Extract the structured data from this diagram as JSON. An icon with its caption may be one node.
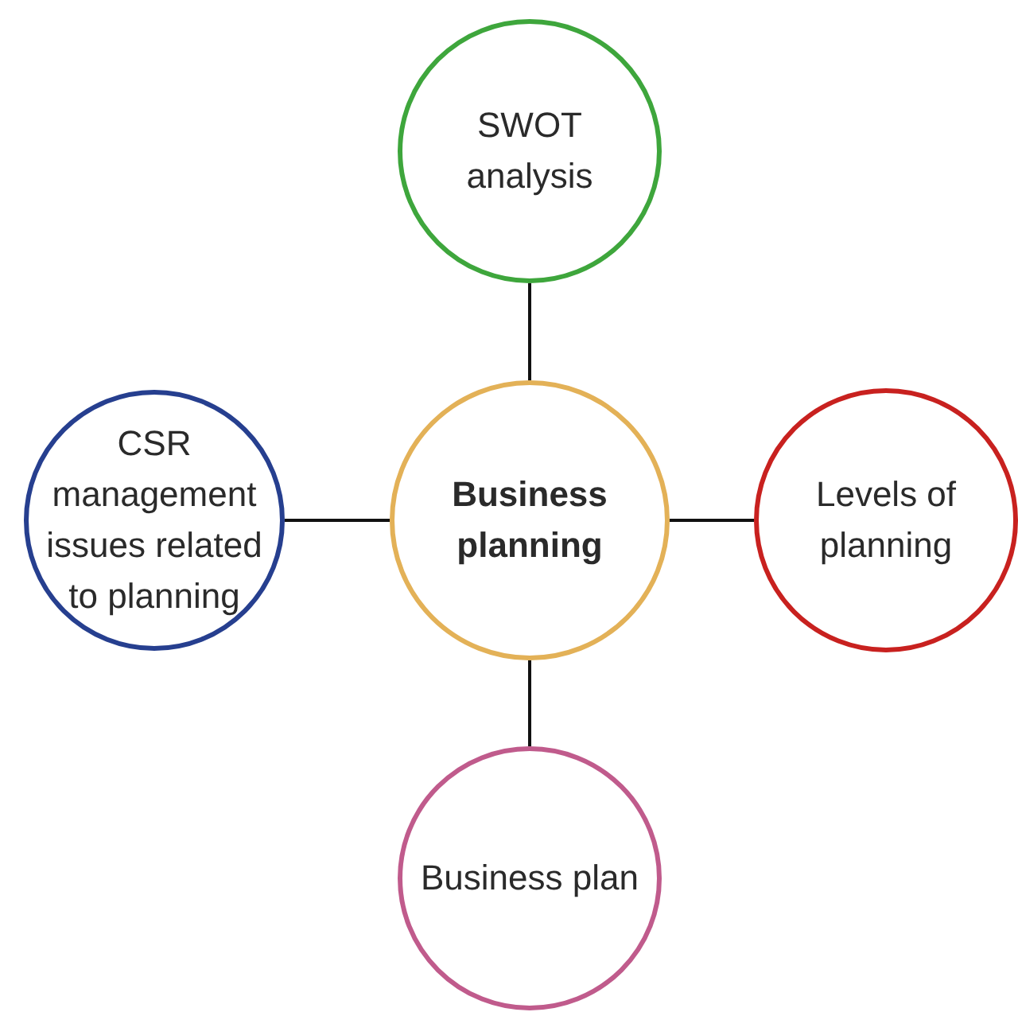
{
  "diagram": {
    "nodes": [
      {
        "text": [
          "SWOT analysis"
        ]
      },
      {
        "text": [
          "CSR management issues related to planning"
        ]
      },
      {
        "text": [
          "Business planning"
        ]
      },
      {
        "text": [
          "Levels of planning"
        ]
      },
      {
        "text": [
          "Business plan"
        ]
      }
    ],
    "edges": [
      {
        "from": 2,
        "to": 0,
        "arrow": "none"
      },
      {
        "from": 2,
        "to": 1,
        "arrow": "none"
      },
      {
        "from": 2,
        "to": 3,
        "arrow": "none"
      },
      {
        "from": 2,
        "to": 4,
        "arrow": "none"
      }
    ]
  }
}
